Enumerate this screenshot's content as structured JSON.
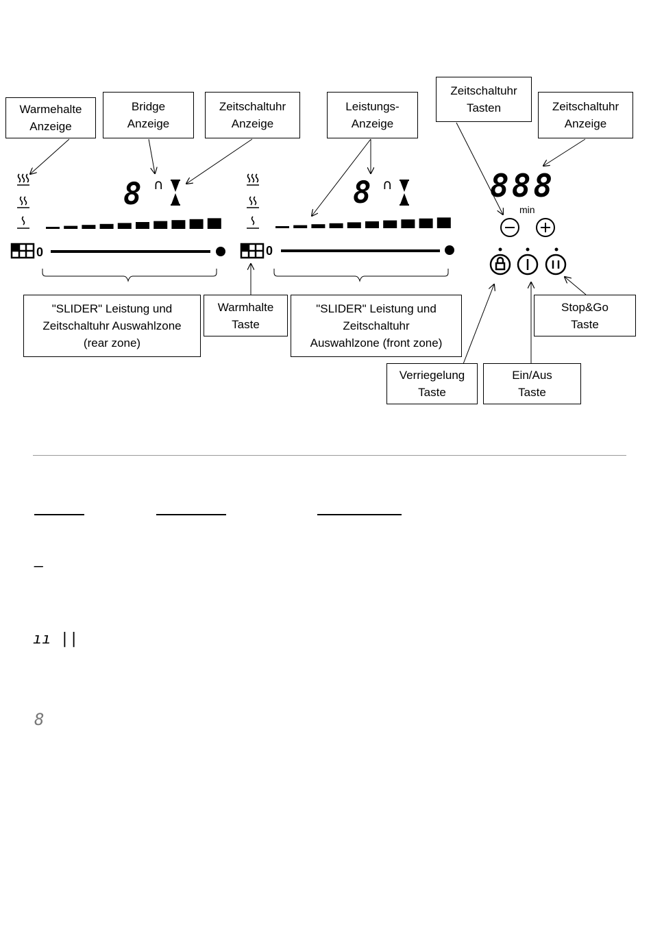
{
  "labels": {
    "warmehalte_anzeige": "Warmehalte\nAnzeige",
    "bridge_anzeige": "Bridge\nAnzeige",
    "zeitschaltuhr_anzeige_left": "Zeitschaltuhr\nAnzeige",
    "leistungs_anzeige": "Leistungs-\nAnzeige",
    "zeitschaltuhr_tasten": "Zeitschaltuhr\nTasten",
    "zeitschaltuhr_anzeige_right": "Zeitschaltuhr\nAnzeige",
    "slider_rear": "\"SLIDER\" Leistung und\nZeitschaltuhr Auswahlzone\n(rear zone)",
    "warmhalte_taste": "Warmhalte\nTaste",
    "slider_front": "\"SLIDER\" Leistung und\nZeitschaltuhr\nAuswahlzone (front zone)",
    "stop_go_taste": "Stop&Go\nTaste",
    "verriegelung_taste": "Verriegelung\nTaste",
    "ein_aus_taste": "Ein/Aus\nTaste"
  },
  "panel": {
    "zone_digit": "8",
    "slider_zero": "0",
    "timer_digits": "888",
    "timer_unit": "min",
    "bridge_symbol": "∩"
  },
  "lower": {
    "segment_dash": "–",
    "segment_bars": "ıı  ||",
    "segment_eight": "8"
  }
}
